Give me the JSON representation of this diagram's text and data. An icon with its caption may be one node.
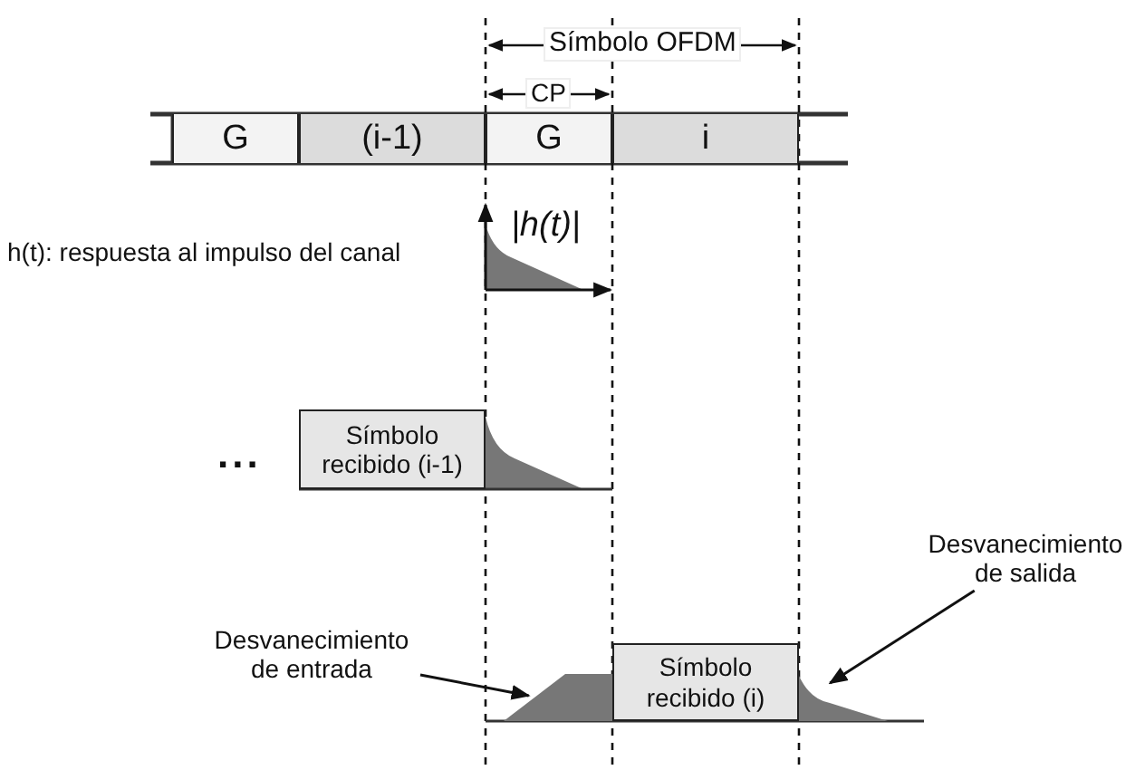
{
  "diagram": {
    "nodes": [
      {
        "text": [
          "G"
        ]
      },
      {
        "text": [
          "(i-1)"
        ]
      },
      {
        "text": [
          "G"
        ]
      },
      {
        "text": [
          "i"
        ]
      },
      {
        "text": [
          "Símbolo recibido (i-1)"
        ]
      },
      {
        "text": [
          "Símbolo recibido (i)"
        ]
      },
      {
        "text": [
          "Desvanecimiento de entrada"
        ]
      },
      {
        "text": [
          "Desvanecimiento de salida"
        ]
      },
      {
        "text": [],
        "shape": "picture"
      },
      {
        "text": [],
        "shape": "picture"
      }
    ],
    "edges": [
      {
        "from": 6,
        "to": 8,
        "arrow": "to"
      },
      {
        "from": 7,
        "to": 9,
        "arrow": "to"
      }
    ],
    "labels": [
      "Símbolo OFDM",
      "CP",
      "h(t): respuesta al impulso del canal",
      "|h(t)|",
      "..."
    ]
  }
}
